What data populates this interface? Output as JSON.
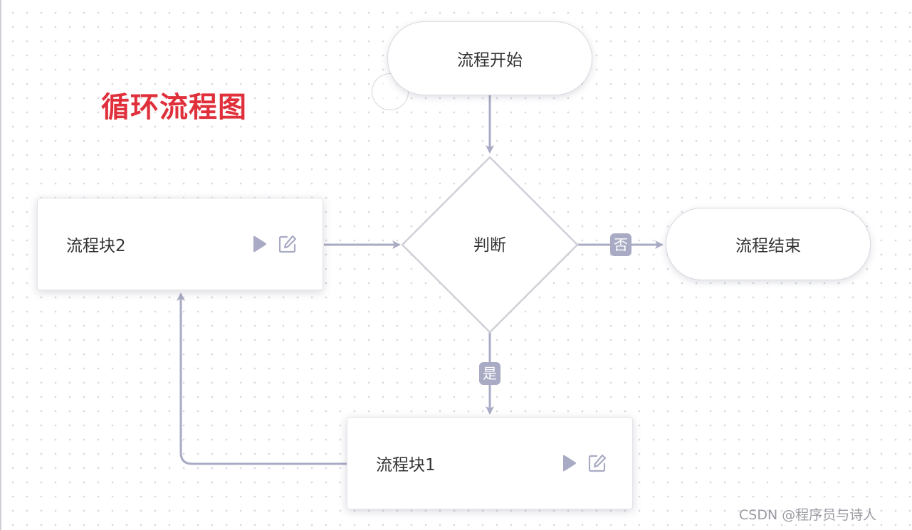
{
  "diagram": {
    "title": "循环流程图",
    "nodes": {
      "start": "流程开始",
      "decision": "判断",
      "end": "流程结束",
      "block_1": "流程块1",
      "block_2": "流程块2"
    },
    "edge_labels": {
      "no": "否",
      "yes": "是"
    },
    "edges": [
      {
        "from": "start",
        "to": "decision"
      },
      {
        "from": "decision",
        "to": "end",
        "label": "否"
      },
      {
        "from": "decision",
        "to": "block_1",
        "label": "是"
      },
      {
        "from": "block_1",
        "to": "block_2"
      },
      {
        "from": "block_2",
        "to": "decision"
      }
    ]
  },
  "colors": {
    "title": "#e0303b",
    "edge": "#a9abc4",
    "node_border": "#d9dae0",
    "background_dot": "#d7d9e0"
  },
  "watermark": "CSDN @程序员与诗人"
}
